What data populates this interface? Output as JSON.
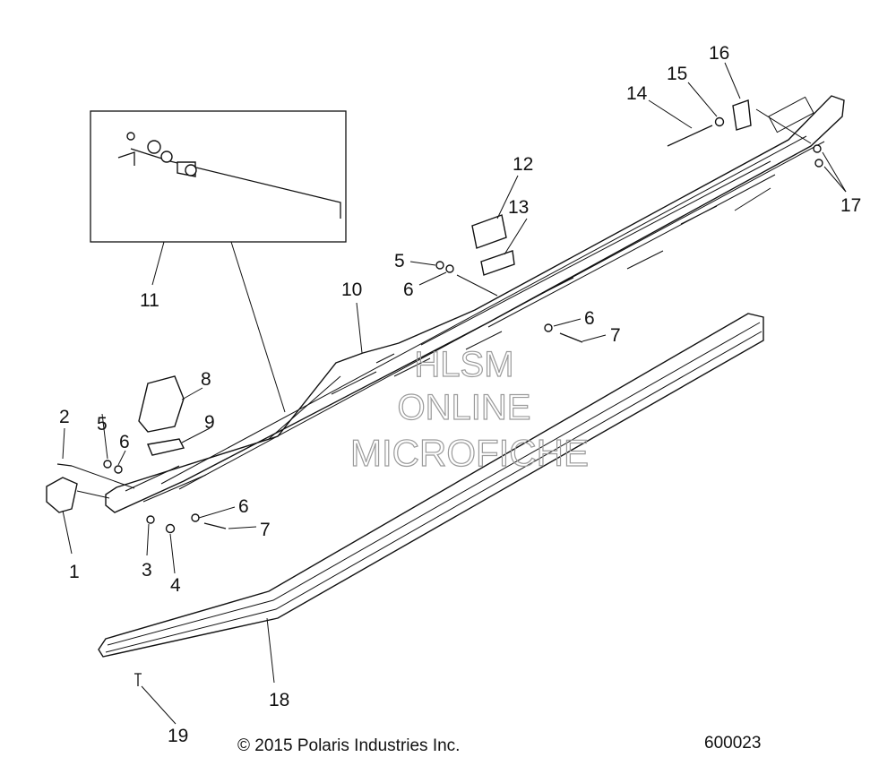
{
  "callouts": [
    {
      "id": "c1",
      "label": "1"
    },
    {
      "id": "c2",
      "label": "2"
    },
    {
      "id": "c3",
      "label": "3"
    },
    {
      "id": "c4",
      "label": "4"
    },
    {
      "id": "c5a",
      "label": "5"
    },
    {
      "id": "c5b",
      "label": "5"
    },
    {
      "id": "c6a",
      "label": "6"
    },
    {
      "id": "c6b",
      "label": "6"
    },
    {
      "id": "c6c",
      "label": "6"
    },
    {
      "id": "c6d",
      "label": "6"
    },
    {
      "id": "c7a",
      "label": "7"
    },
    {
      "id": "c7b",
      "label": "7"
    },
    {
      "id": "c8",
      "label": "8"
    },
    {
      "id": "c9",
      "label": "9"
    },
    {
      "id": "c10",
      "label": "10"
    },
    {
      "id": "c11",
      "label": "11"
    },
    {
      "id": "c12",
      "label": "12"
    },
    {
      "id": "c13",
      "label": "13"
    },
    {
      "id": "c14",
      "label": "14"
    },
    {
      "id": "c15",
      "label": "15"
    },
    {
      "id": "c16",
      "label": "16"
    },
    {
      "id": "c17",
      "label": "17"
    },
    {
      "id": "c18",
      "label": "18"
    },
    {
      "id": "c19",
      "label": "19"
    }
  ],
  "watermark": {
    "line1": "HLSM",
    "line2": "ONLINE",
    "line3": "MICROFICHE"
  },
  "footer": {
    "copyright": "© 2015 Polaris Industries Inc.",
    "figure_number": "600023"
  }
}
